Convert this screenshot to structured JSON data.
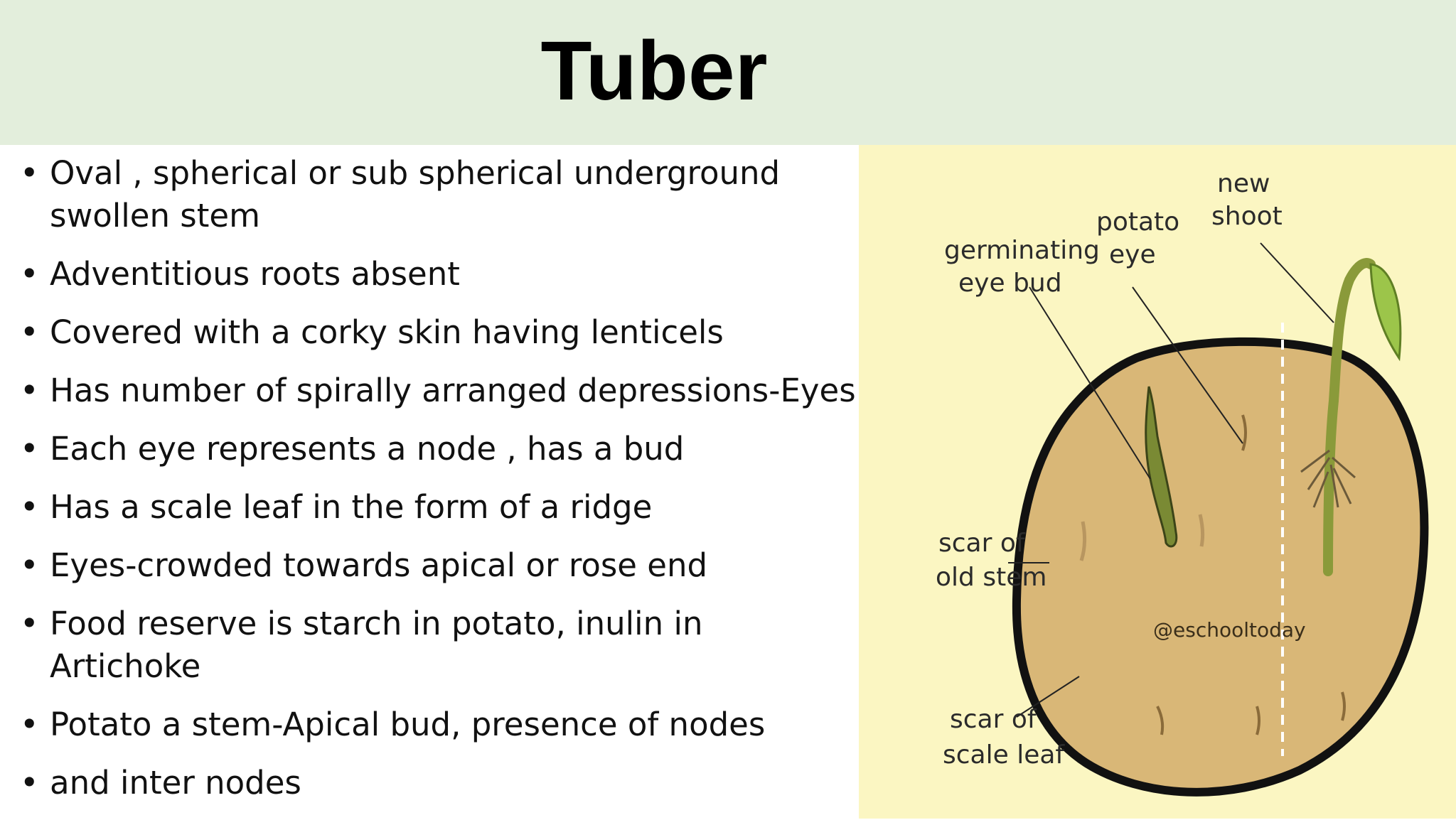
{
  "slide": {
    "title": "Tuber",
    "bullets": [
      "Oval , spherical or sub spherical underground swollen stem",
      "Adventitious roots absent",
      "Covered with a corky skin having lenticels",
      "Has number of spirally arranged depressions-Eyes",
      "Each eye represents a node , has a bud",
      "Has a scale leaf in the form of a ridge",
      "Eyes-crowded towards apical or rose end",
      "Food reserve is starch in potato, inulin in Artichoke",
      "Potato a stem-Apical bud, presence of nodes",
      "and inter nodes"
    ]
  },
  "figure": {
    "labels": {
      "germinating_1": "germinating",
      "germinating_2": "eye bud",
      "potato_eye_1": "potato",
      "potato_eye_2": "eye",
      "new_shoot_1": "new",
      "new_shoot_2": "shoot",
      "scar_stem_1": "scar of",
      "scar_stem_2": "old stem",
      "scar_leaf_1": "scar of",
      "scar_leaf_2": "scale leaf"
    },
    "watermark": "@eschooltoday",
    "colors": {
      "background": "#fbf6c2",
      "tuber_fill": "#d9b777",
      "tuber_outline": "#111111",
      "shoot": "#8a9a3a",
      "leaf": "#9cc54a"
    }
  }
}
